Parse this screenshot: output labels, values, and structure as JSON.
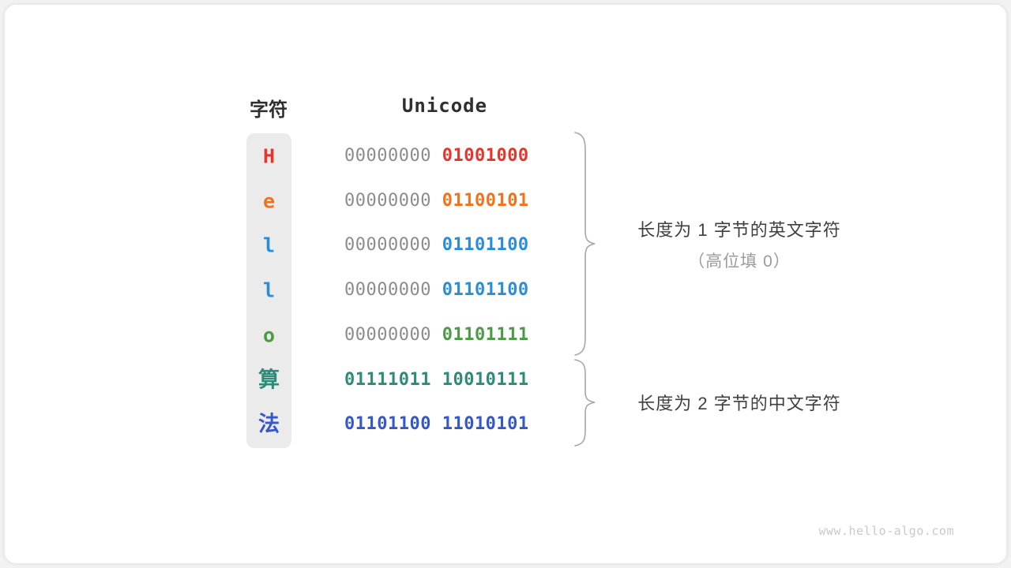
{
  "headers": {
    "character": "字符",
    "unicode": "Unicode"
  },
  "rows": [
    {
      "char": "H",
      "char_color": "#e8342a",
      "pad": "00000000 ",
      "code": "01001000",
      "code_color": "#e8342a",
      "script": "latin"
    },
    {
      "char": "e",
      "char_color": "#f2711c",
      "pad": "00000000 ",
      "code": "01100101",
      "code_color": "#f2711c",
      "script": "latin"
    },
    {
      "char": "l",
      "char_color": "#2b8cd8",
      "pad": "00000000 ",
      "code": "01101100",
      "code_color": "#2b8cd8",
      "script": "latin"
    },
    {
      "char": "l",
      "char_color": "#2b8cd8",
      "pad": "00000000 ",
      "code": "01101100",
      "code_color": "#2b8cd8",
      "script": "latin"
    },
    {
      "char": "o",
      "char_color": "#4c9a45",
      "pad": "00000000 ",
      "code": "01101111",
      "code_color": "#4c9a45",
      "script": "latin"
    },
    {
      "char": "算",
      "char_color": "#2e8b7a",
      "pad": "",
      "code": "01111011 10010111",
      "code_color": "#2e8b7a",
      "script": "han"
    },
    {
      "char": "法",
      "char_color": "#3557c8",
      "pad": "",
      "code": "01101100 11010101",
      "code_color": "#3557c8",
      "script": "han"
    }
  ],
  "annotations": [
    {
      "line1": "长度为 1 字节的英文字符",
      "line2": "（高位填 0）"
    },
    {
      "line1": "长度为 2 字节的中文字符",
      "line2": ""
    }
  ],
  "watermark": "www.hello-algo.com",
  "colors": {
    "brace": "#a6a6a6",
    "column_background": "#ebebeb",
    "pad_text": "#8c8c8c",
    "header_text": "#2f2f2f"
  }
}
